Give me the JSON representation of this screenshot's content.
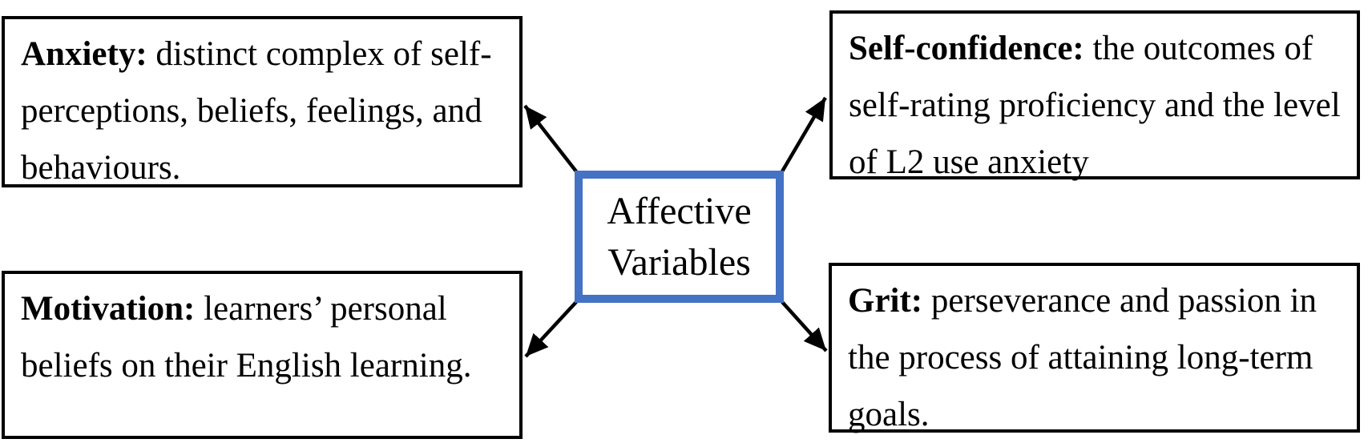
{
  "figure": {
    "center_node": {
      "line1": "Affective",
      "line2": "Variables"
    },
    "nodes": {
      "anxiety": {
        "term": "Anxiety:",
        "rest": "distinct complex of self-",
        "line2": "perceptions, beliefs, feelings, and",
        "line3": "behaviours."
      },
      "self_confidence": {
        "term": "Self-confidence:",
        "rest": "the outcomes of",
        "line2": "self-rating proficiency and the level",
        "line3": "of L2 use anxiety"
      },
      "motivation": {
        "term": "Motivation:",
        "rest": "learners’ personal",
        "line2": "beliefs on their English learning."
      },
      "grit": {
        "term": "Grit:",
        "rest": "perseverance and passion in",
        "line2": "the process of attaining long-term",
        "line3": "goals."
      }
    },
    "colors": {
      "center_border": "#4472C4",
      "box_border": "#000000",
      "arrow": "#000000",
      "text": "#000000",
      "background": "#ffffff"
    }
  }
}
